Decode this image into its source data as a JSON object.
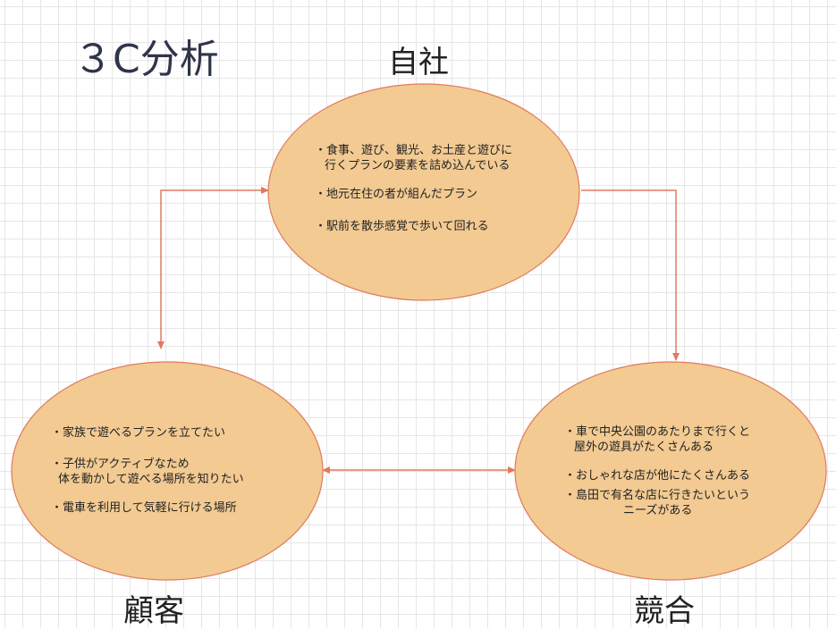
{
  "title": "３C分析",
  "nodes": {
    "company": {
      "label": "自社",
      "items": [
        [
          "・食事、遊び、観光、お土産と遊びに",
          "行くプランの要素を詰め込んでいる"
        ],
        [
          "・地元在住の者が組んだプラン"
        ],
        [
          "・駅前を散歩感覚で歩いて回れる"
        ]
      ]
    },
    "customer": {
      "label": "顧客",
      "items": [
        [
          "・家族で遊べるプランを立てたい"
        ],
        [
          "・子供がアクティブなため",
          "体を動かして遊べる場所を知りたい"
        ],
        [
          "・電車を利用して気軽に行ける場所"
        ]
      ]
    },
    "competitor": {
      "label": "競合",
      "items": [
        [
          "・車で中央公園のあたりまで行くと",
          "屋外の遊具がたくさんある"
        ],
        [
          "・おしゃれな店が他にたくさんある"
        ],
        [
          "・島田で有名な店に行きたいという",
          "ニーズがある"
        ]
      ]
    }
  },
  "colors": {
    "ellipse_fill": "#f2ca92",
    "ellipse_stroke": "#e07a5f",
    "arrow": "#e07a5f",
    "grid": "#e6e6e6"
  }
}
